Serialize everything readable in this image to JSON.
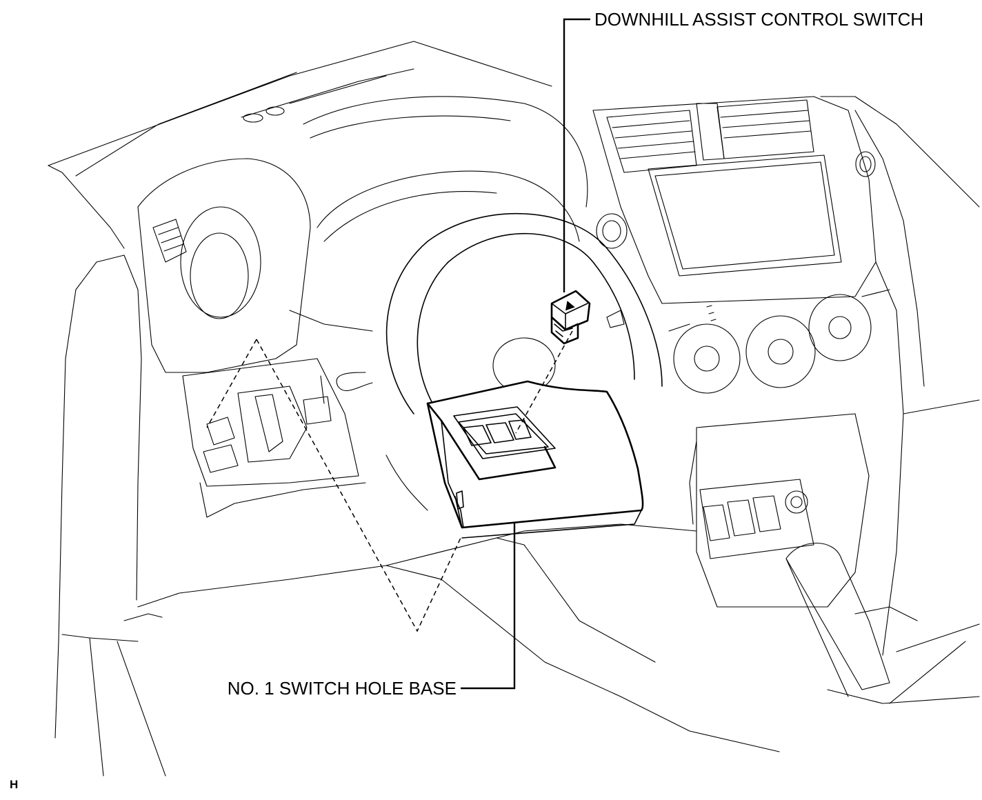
{
  "labels": {
    "downhill_switch": "DOWNHILL ASSIST CONTROL SWITCH",
    "switch_hole_base": "NO. 1 SWITCH HOLE BASE",
    "figure_code": "H"
  },
  "colors": {
    "line": "#000000",
    "background": "#ffffff"
  }
}
